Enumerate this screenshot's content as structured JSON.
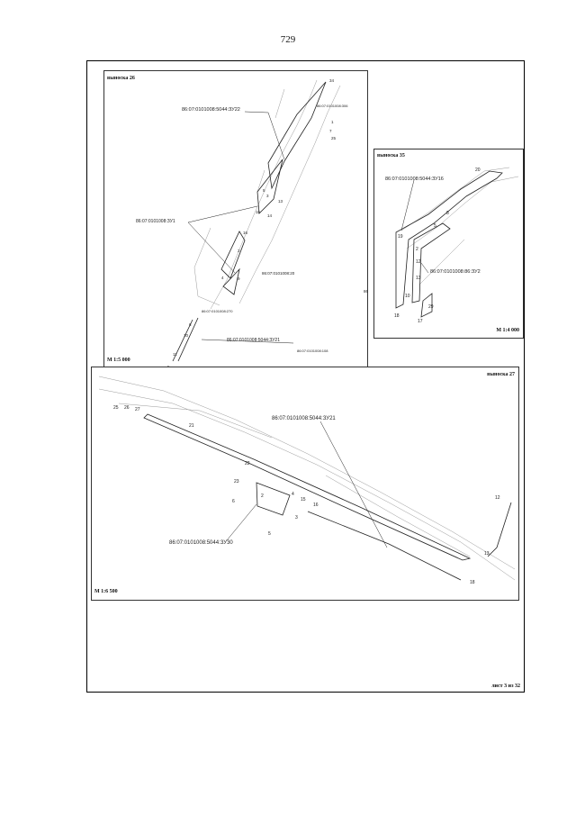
{
  "page_number": "729",
  "inset_26": {
    "title": "выноска 26",
    "scale": "М 1:5 000",
    "labels": {
      "zu22": "86:07:0101008:5044:ЗУ22",
      "zu1": "86:07:0101008:ЗУ1",
      "p20": "86:07:0101008:20",
      "p270": "86:07:0101008:270",
      "zu21": "86:07:0101008:5044:ЗУ21",
      "p108": "86:07:0101008:108",
      "p306": "86:07:0101008:306",
      "side86": "86"
    },
    "points": {
      "n34": "34",
      "n1": "1",
      "n7": "7",
      "n25": "25",
      "n5": "5",
      "n3": "3",
      "n13": "13",
      "n14": "14",
      "n15": "15",
      "n16": "16",
      "n2": "2",
      "n4": "4",
      "n9": "9",
      "n10": "10",
      "n6": "6",
      "n11": "11",
      "n5b": "5"
    }
  },
  "inset_35": {
    "title": "выноска 35",
    "scale": "М 1:4 000",
    "labels": {
      "zu16": "86:07:0101008:5044:ЗУ16",
      "zu2": "86:07:0101008:86:ЗУ2"
    },
    "points": {
      "n20": "20",
      "n19": "19",
      "n5": "5",
      "n2": "2",
      "n12": "12",
      "n13": "13",
      "n10": "10",
      "n18": "18",
      "n17": "17",
      "n29": "29",
      "n8": "8"
    }
  },
  "inset_27": {
    "title": "выноска 27",
    "scale": "М 1:6 500",
    "labels": {
      "zu21": "86:07:0101008:5044:ЗУ21",
      "zu30": "86:07:0101008:5044:ЗУ30"
    },
    "points": {
      "n25": "25",
      "n26": "26",
      "n27": "27",
      "n21": "21",
      "n22": "22",
      "n23": "23",
      "n2": "2",
      "n6": "6",
      "n4": "4",
      "n15": "15",
      "n16": "16",
      "n3": "3",
      "n5": "5",
      "n12": "12",
      "n13": "13",
      "n18": "18"
    }
  },
  "footer": {
    "sheet_info": "лист 3 из 32"
  },
  "colors": {
    "frame": "#000000",
    "line": "#222222",
    "noise": "#9a9a9a"
  }
}
